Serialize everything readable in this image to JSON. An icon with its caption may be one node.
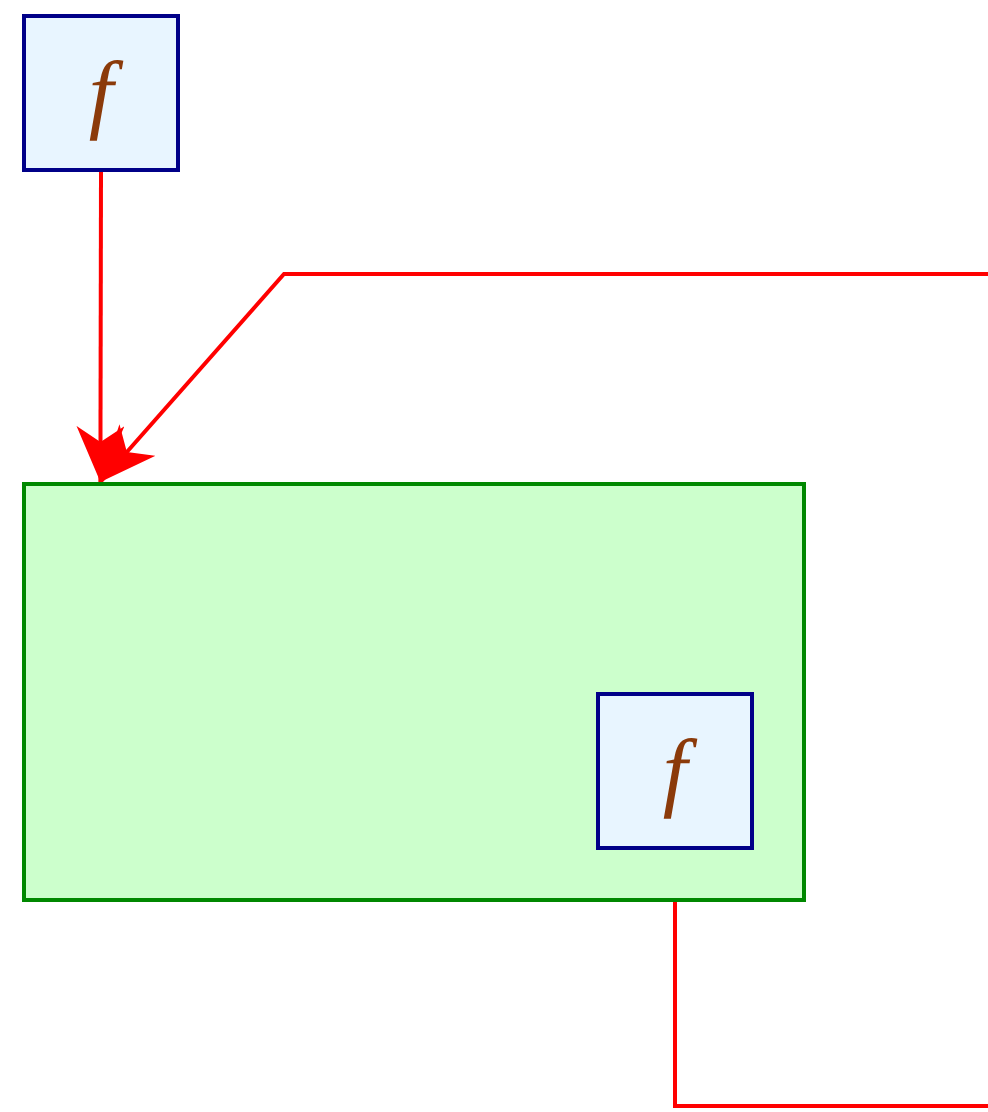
{
  "diagram": {
    "nodes": [
      {
        "text": [
          "f"
        ]
      },
      {
        "text": [],
        "shape": "box"
      },
      {
        "text": [
          "f"
        ],
        "in": 1
      }
    ],
    "edges": [
      {
        "from": 0,
        "to": 1,
        "arrow": "to"
      },
      {
        "from": null,
        "to": 1,
        "arrow": "to"
      },
      {
        "from": 2,
        "to": null,
        "arrow": "none"
      }
    ]
  }
}
